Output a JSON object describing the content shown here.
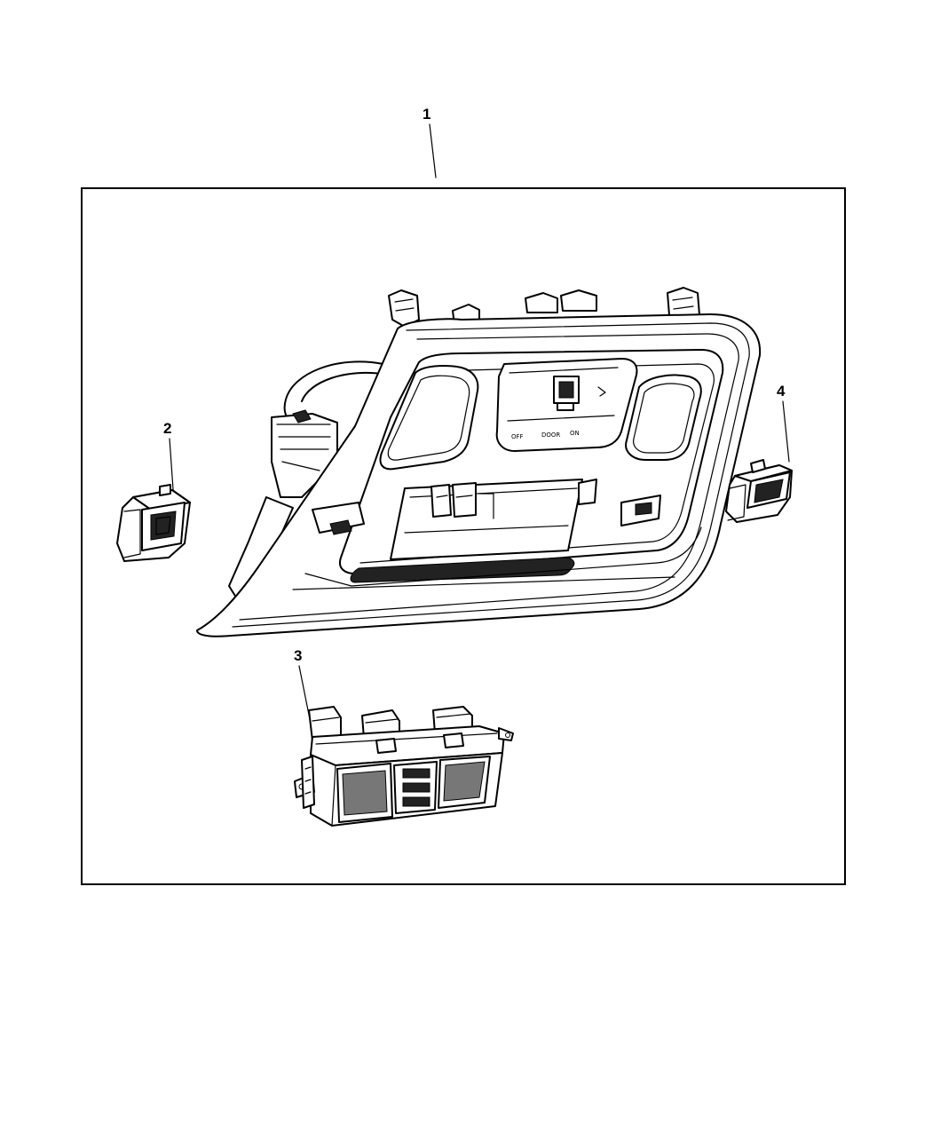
{
  "callouts": [
    {
      "id": "1",
      "label": "1"
    },
    {
      "id": "2",
      "label": "2"
    },
    {
      "id": "3",
      "label": "3"
    },
    {
      "id": "4",
      "label": "4"
    }
  ],
  "console_labels": {
    "off": "OFF",
    "door": "DOOR",
    "on": "ON"
  }
}
